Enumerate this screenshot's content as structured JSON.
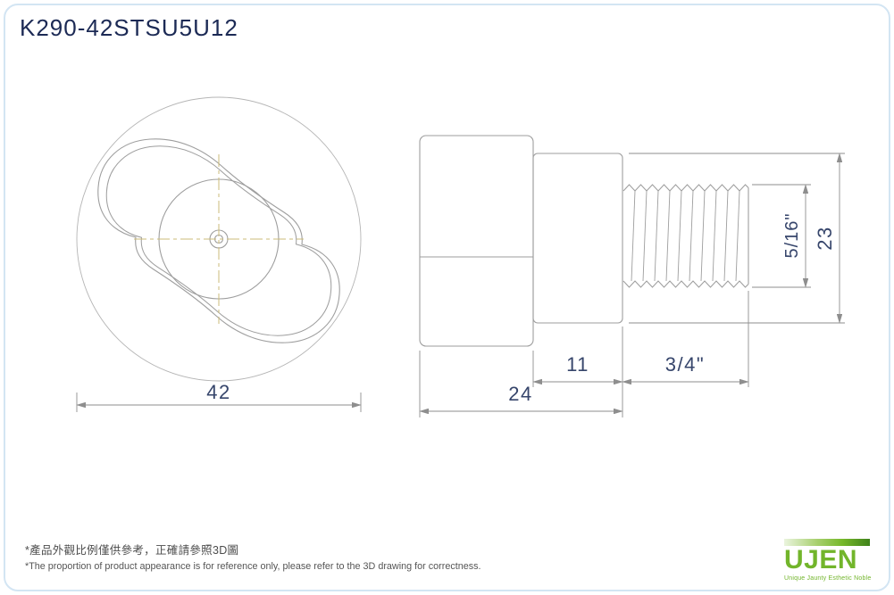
{
  "header": {
    "title": "K290-42STSU5U12"
  },
  "drawing": {
    "front_view": {
      "dim_diameter": "42"
    },
    "side_view": {
      "dim_body_length": "24",
      "dim_neck_length": "11",
      "dim_thread_length": "3/4\"",
      "dim_thread_diameter": "5/16\"",
      "dim_overall_height": "23"
    }
  },
  "footer": {
    "note_zh": "*產品外觀比例僅供參考，正確請參照3D圖",
    "note_en": "*The proportion of product appearance is for reference only, please refer to the 3D drawing for correctness.",
    "logo": {
      "name": "UJEN",
      "tagline": "Unique Jaunty Esthetic Noble"
    }
  },
  "colors": {
    "line": "#9e9e9e",
    "construction_line": "#b5b5b5",
    "centerline": "#cbbb7a",
    "dimension_text": "#36456b",
    "title_text": "#1c2a55",
    "accent_green": "#72b52b",
    "border_blue": "#d3e5f3"
  }
}
